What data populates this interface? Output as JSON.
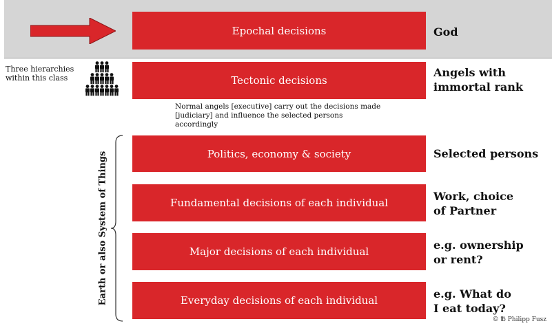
{
  "levels": [
    {
      "box": "Epochal decisions",
      "actor": "God"
    },
    {
      "box": "Tectonic decisions",
      "actor": "Angels with immortal rank"
    },
    {
      "box": "Politics, economy & society",
      "actor": "Selected persons"
    },
    {
      "box": "Fundamental decisions of each individual",
      "actor": "Work, choice of Partner"
    },
    {
      "box": "Major decisions of each individual",
      "actor": "e.g. ownership or rent?"
    },
    {
      "box": "Everyday decisions of each individual",
      "actor": "e.g. What do I eat today?"
    }
  ],
  "left_note": "Three hierarchies within this class",
  "middle_note": "Normal angels [executive] carry out the decisions made [judiciary] and influence the selected persons accordingly",
  "vertical_label": "Earth or also System of Things",
  "copyright": "© ℔ Philipp Fusz",
  "colors": {
    "box_red": "#d9262a",
    "band_gray": "#d5d5d5",
    "arrow_red": "#d9262a"
  },
  "icons": [
    "right-arrow-icon",
    "people-hierarchy-icon",
    "curly-bracket-icon"
  ]
}
